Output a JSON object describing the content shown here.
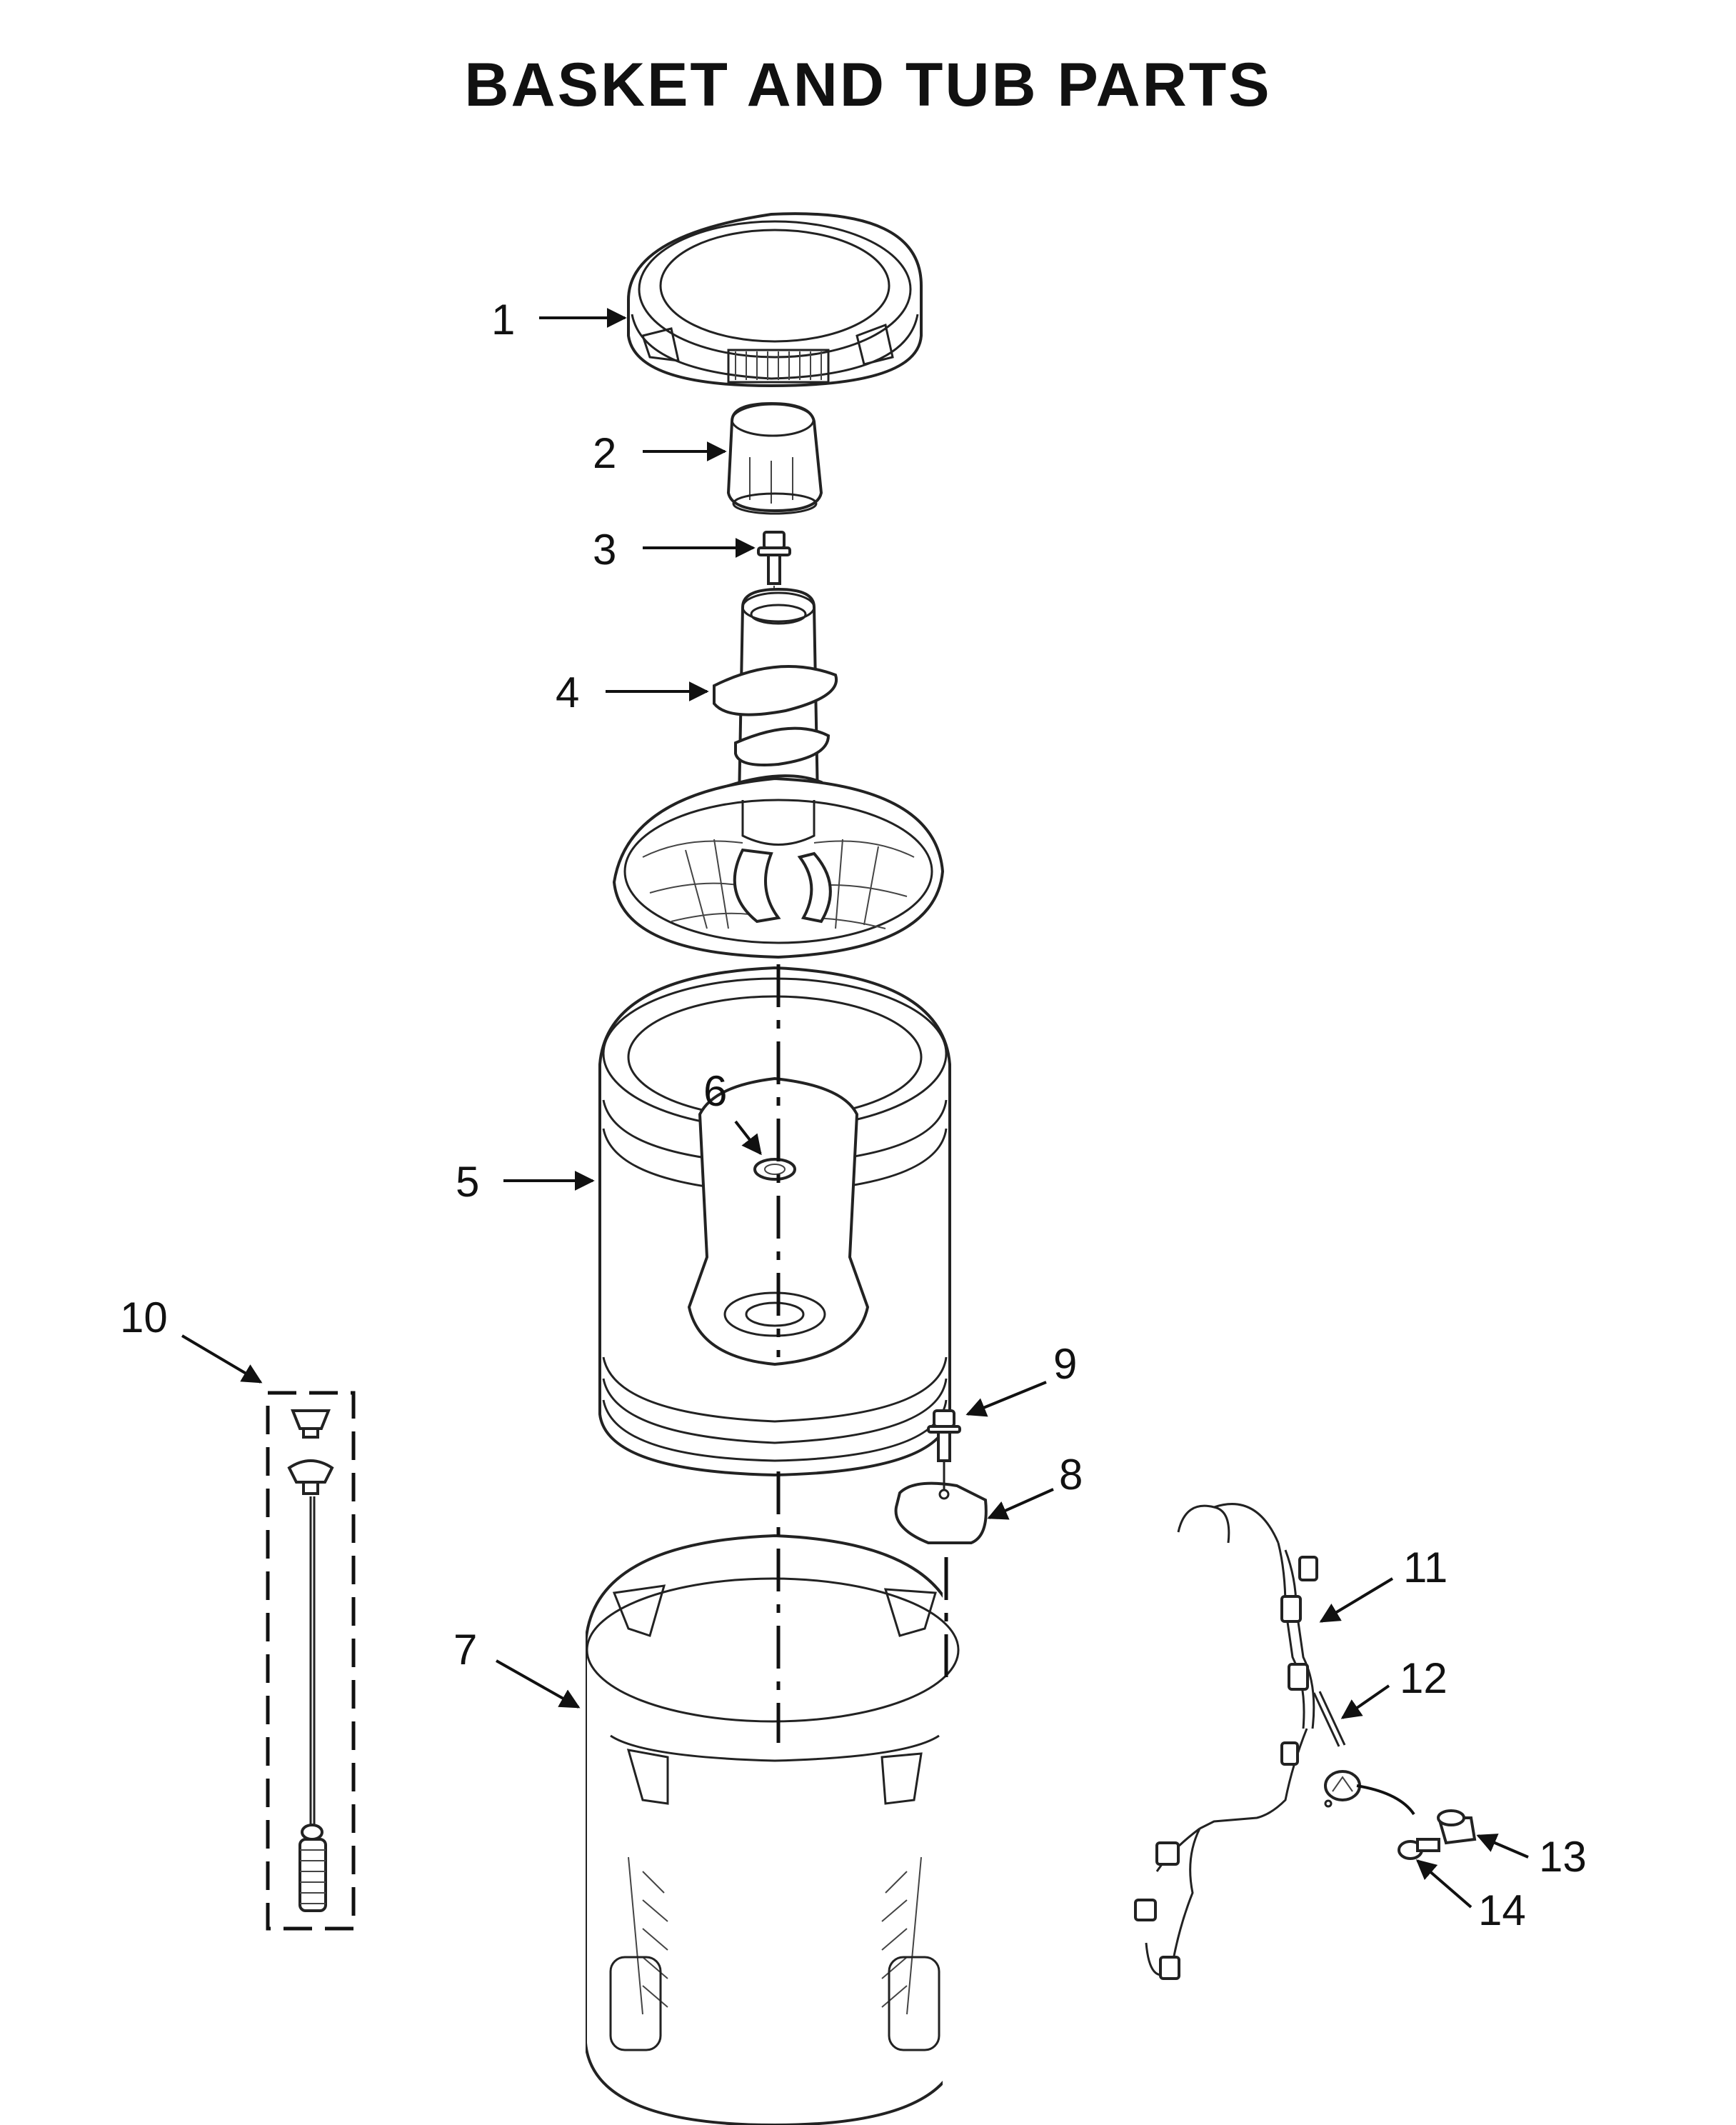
{
  "title": "BASKET AND TUB PARTS",
  "callouts": {
    "c1": "1",
    "c2": "2",
    "c3": "3",
    "c4": "4",
    "c5": "5",
    "c6": "6",
    "c7": "7",
    "c8": "8",
    "c9": "9",
    "c10": "10",
    "c11": "11",
    "c12": "12",
    "c13": "13",
    "c14": "14"
  }
}
